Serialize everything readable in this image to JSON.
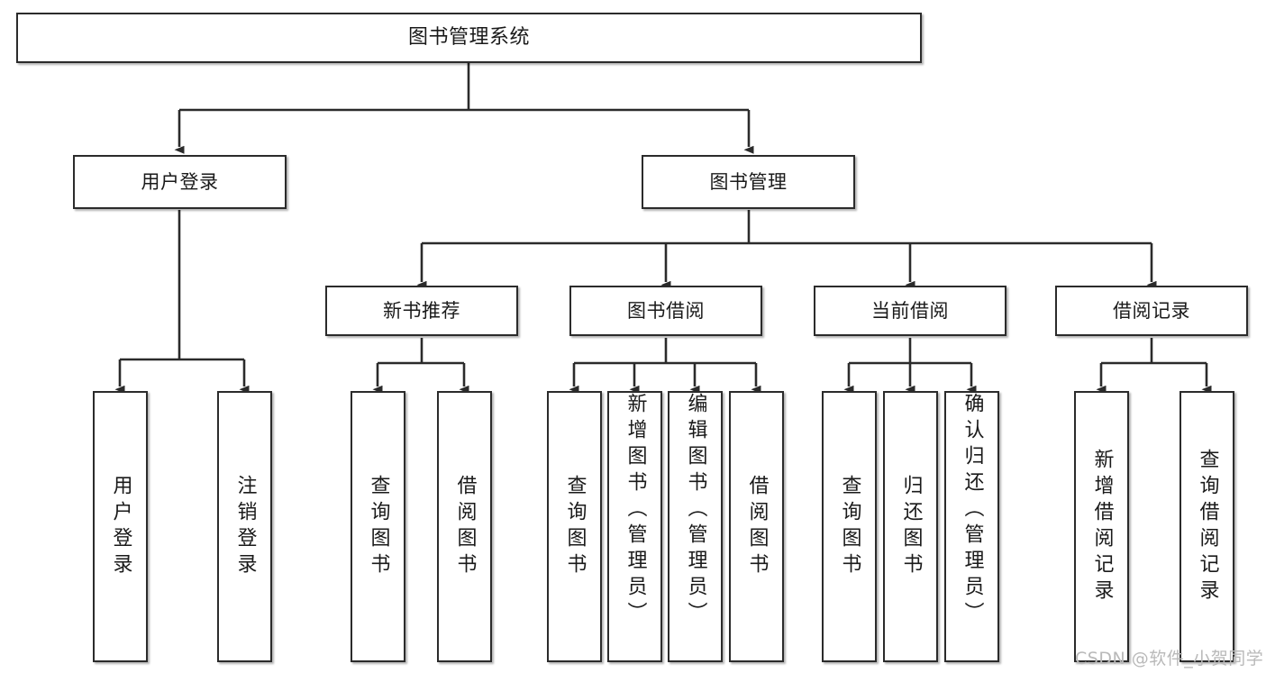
{
  "diagram": {
    "title": "图书管理系统",
    "type": "tree-hierarchy-chart",
    "orientation": "top-down",
    "colors": {
      "background": "#ffffff",
      "node_fill": "#ffffff",
      "node_border": "#2b2b2b",
      "edge": "#2b2b2b",
      "text": "#1a1a1a",
      "watermark": "#b9b9b9"
    },
    "watermark": "CSDN @软件_小贺同学",
    "levels": {
      "root": {
        "label": "图书管理系统"
      },
      "level2": [
        {
          "label": "用户登录"
        },
        {
          "label": "图书管理"
        }
      ],
      "level3": [
        {
          "label": "新书推荐",
          "parent": "图书管理"
        },
        {
          "label": "图书借阅",
          "parent": "图书管理"
        },
        {
          "label": "当前借阅",
          "parent": "图书管理"
        },
        {
          "label": "借阅记录",
          "parent": "图书管理"
        }
      ],
      "leaves": [
        {
          "label": "用户登录",
          "parent": "用户登录"
        },
        {
          "label": "注销登录",
          "parent": "用户登录"
        },
        {
          "label": "查询图书",
          "parent": "新书推荐"
        },
        {
          "label": "借阅图书",
          "parent": "新书推荐"
        },
        {
          "label": "查询图书",
          "parent": "图书借阅"
        },
        {
          "label": "新增图书（管理员）",
          "parent": "图书借阅"
        },
        {
          "label": "编辑图书（管理员）",
          "parent": "图书借阅"
        },
        {
          "label": "借阅图书",
          "parent": "图书借阅"
        },
        {
          "label": "查询图书",
          "parent": "当前借阅"
        },
        {
          "label": "归还图书",
          "parent": "当前借阅"
        },
        {
          "label": "确认归还（管理员）",
          "parent": "当前借阅"
        },
        {
          "label": "新增借阅记录",
          "parent": "借阅记录"
        },
        {
          "label": "查询借阅记录",
          "parent": "借阅记录"
        }
      ]
    }
  }
}
